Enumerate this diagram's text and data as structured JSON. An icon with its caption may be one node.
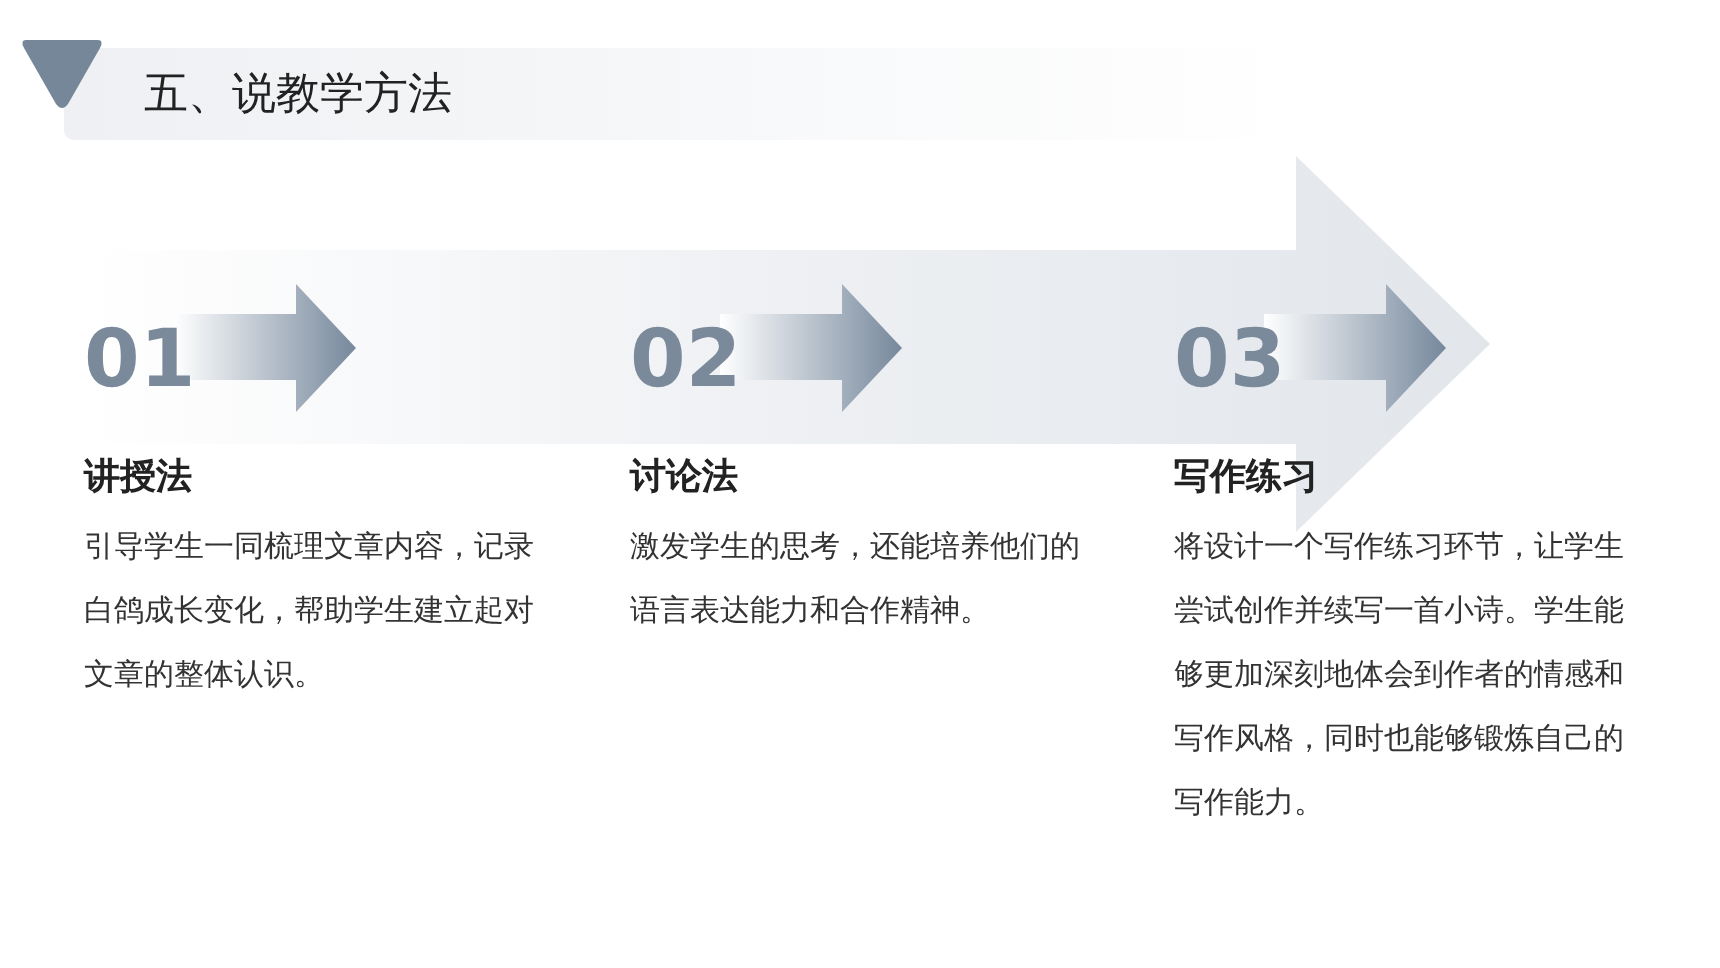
{
  "diagram": {
    "title": "五、说教学方法",
    "labels": [
      "01",
      "讲授法",
      "引导学生一同梳理文章内容，记录白鸽成长变化，帮助学生建立起对文章的整体认识。",
      "02",
      "讨论法",
      "激发学生的思考，还能培养他们的语言表达能力和合作精神。",
      "03",
      "写作练习",
      "将设计一个写作练习环节，让学生尝试创作并续写一首小诗。学生能够更加深刻地体会到作者的情感和写作风格，同时也能够锻炼自己的写作能力。"
    ]
  }
}
